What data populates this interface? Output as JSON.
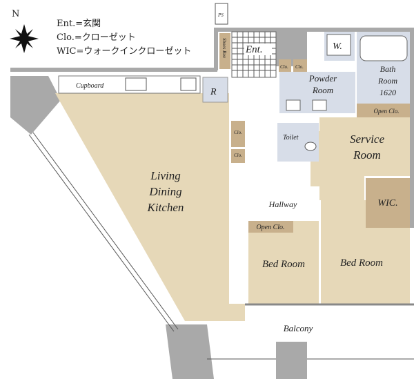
{
  "legend": {
    "ent": "Ent.=玄関",
    "clo": "Clo.=クローゼット",
    "wic": "WIC=ウォークインクローゼット",
    "north": "N"
  },
  "rooms": {
    "ldk_1": "Living",
    "ldk_2": "Dining",
    "ldk_3": "Kitchen",
    "cupboard": "Cupboard",
    "refrigerator": "R",
    "shoes_box": "Shoes Box",
    "ps": "PS",
    "entrance": "Ent.",
    "washer": "W.",
    "clo_a": "Clo.",
    "clo_b": "Clo.",
    "powder_1": "Powder",
    "powder_2": "Room",
    "bath_1": "Bath",
    "bath_2": "Room",
    "bath_3": "1620",
    "open_clo_service": "Open Clo.",
    "service_1": "Service",
    "service_2": "Room",
    "toilet": "Toilet",
    "clo_hall_1": "Clo.",
    "clo_hall_2": "Clo.",
    "wic": "WIC.",
    "hallway": "Hallway",
    "open_clo_bed": "Open Clo.",
    "bedroom_1": "Bed Room",
    "bedroom_2": "Bed Room",
    "balcony": "Balcony"
  },
  "colors": {
    "floor": "#e6d8b8",
    "closet": "#c8b08c",
    "wet_area": "#d7dde8",
    "wall": "#a9a9a9"
  }
}
